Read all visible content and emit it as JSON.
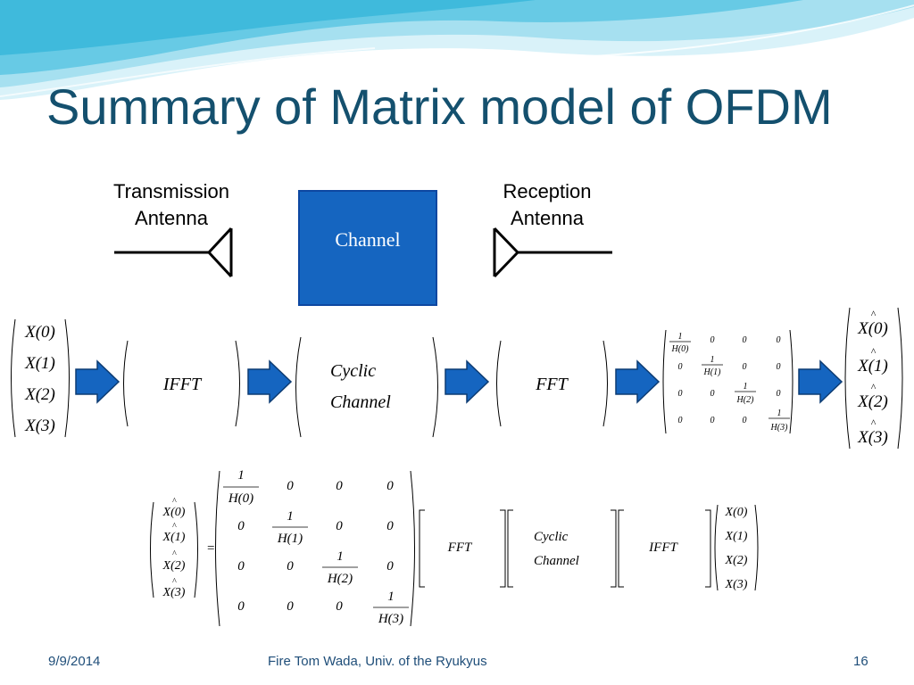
{
  "slide": {
    "title": "Summary of Matrix model of OFDM",
    "tx_label_1": "Transmission",
    "tx_label_2": "Antenna",
    "rx_label_1": "Reception",
    "rx_label_2": "Antenna",
    "channel_label": "Channel"
  },
  "top_row": {
    "input_vector": [
      "X(0)",
      "X(1)",
      "X(2)",
      "X(3)"
    ],
    "ifft": "IFFT",
    "cyclic_1": "Cyclic",
    "cyclic_2": "Channel",
    "fft": "FFT",
    "diag_matrix": [
      [
        "1/H(0)",
        "0",
        "0",
        "0"
      ],
      [
        "0",
        "1/H(1)",
        "0",
        "0"
      ],
      [
        "0",
        "0",
        "1/H(2)",
        "0"
      ],
      [
        "0",
        "0",
        "0",
        "1/H(3)"
      ]
    ],
    "output_vector": [
      "X^(0)",
      "X^(1)",
      "X^(2)",
      "X^(3)"
    ]
  },
  "equation": {
    "lhs_vector": [
      "X^(0)",
      "X^(1)",
      "X^(2)",
      "X^(3)"
    ],
    "equals": "=",
    "fft": "FFT",
    "cyclic_1": "Cyclic",
    "cyclic_2": "Channel",
    "ifft": "IFFT",
    "rhs_vector": [
      "X(0)",
      "X(1)",
      "X(2)",
      "X(3)"
    ]
  },
  "footer": {
    "date": "9/9/2014",
    "author": "Fire Tom Wada, Univ. of the Ryukyus",
    "page": "16"
  },
  "colors": {
    "title": "#14506e",
    "arrow": "#1565c0",
    "channel_box": "#1565c0",
    "wave_light": "#bfe9f4",
    "wave_dark": "#5cc6e3"
  }
}
